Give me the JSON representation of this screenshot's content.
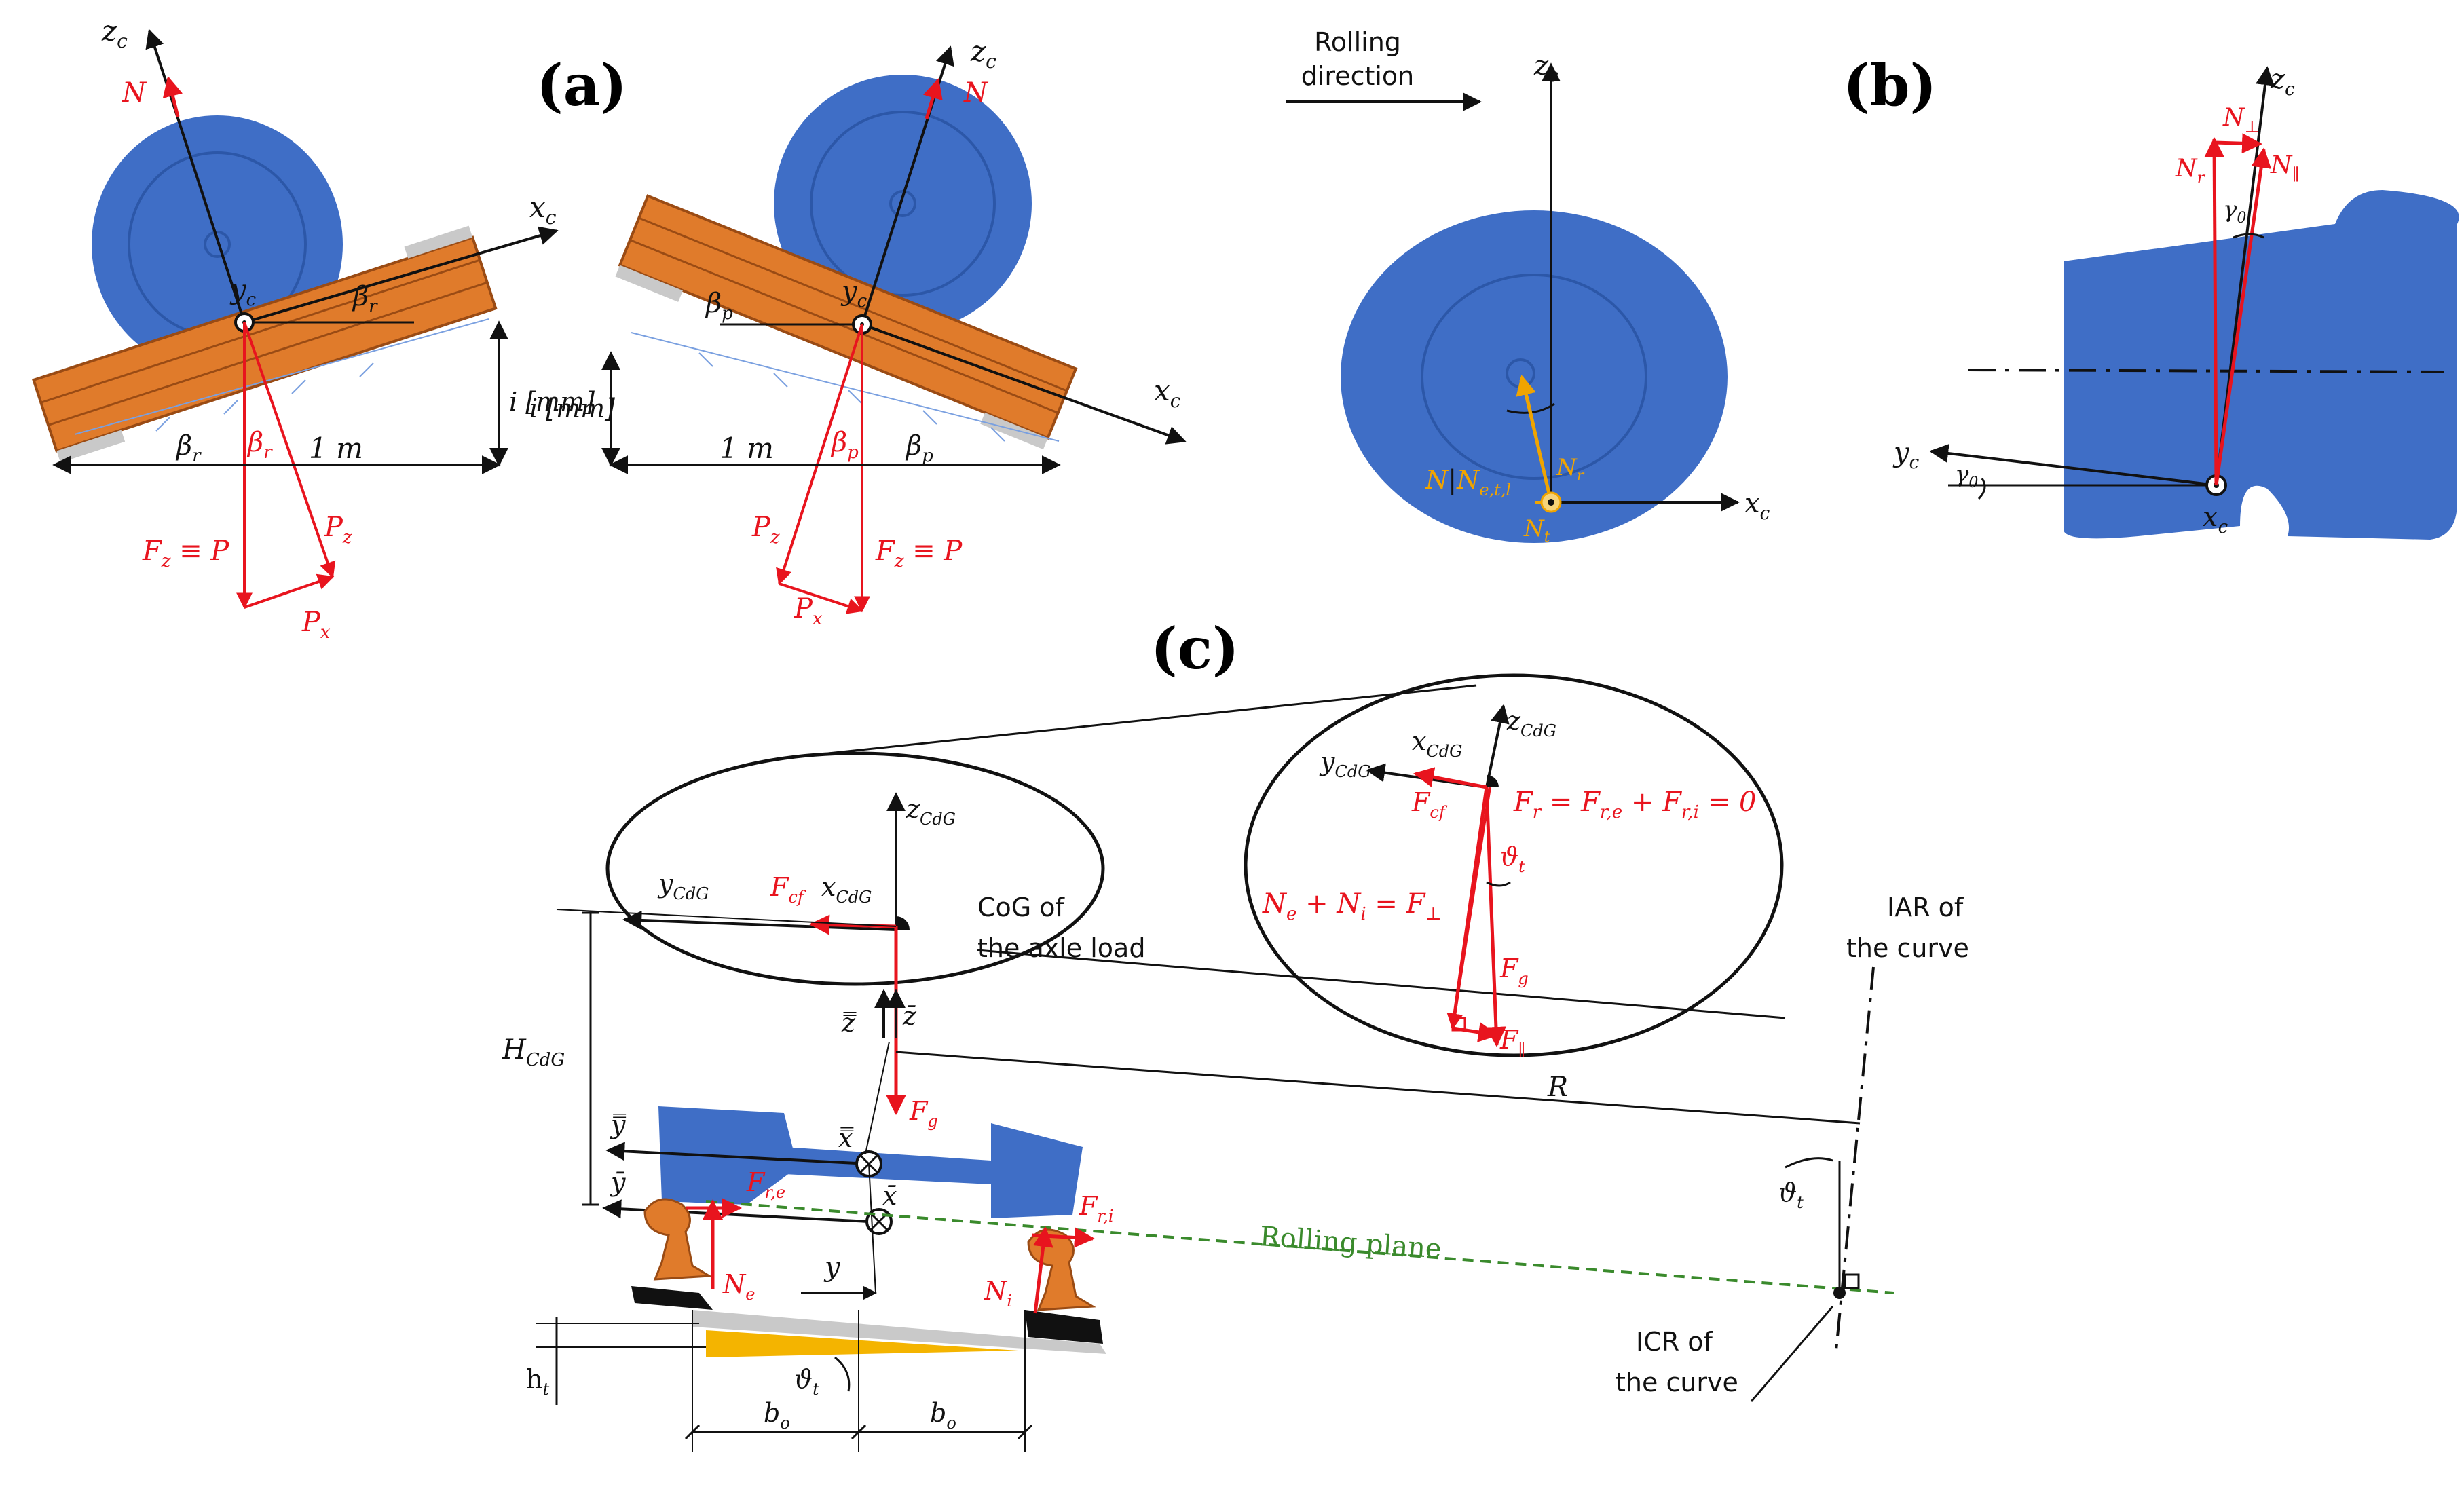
{
  "panels": {
    "a": "(a)",
    "b": "(b)",
    "c": "(c)"
  },
  "colors": {
    "wheel": "#3f6ec6",
    "wheel_line": "#2c57a8",
    "sleeper": "#e07b2b",
    "sleeper_stroke": "#9a4b14",
    "force": "#e8141e",
    "normal_decomp": "#f0a400",
    "rolling_plane": "#3a8a2c",
    "superelevation": "#f4b400"
  },
  "a_left": {
    "N": "N",
    "z": "z",
    "z_sub": "c",
    "x": "x",
    "x_sub": "c",
    "y": "y",
    "y_sub": "c",
    "beta_r_top": "β",
    "beta_r_sub": "r",
    "beta_r_low": "β",
    "beta_r_mid": "β",
    "length": "1 m",
    "rise": "i [mm]",
    "Fz": "F",
    "Fz_sub": "z",
    "Fz_eq": " ≡ P",
    "Pz": "P",
    "Pz_sub": "z",
    "Px": "P",
    "Px_sub": "x"
  },
  "a_right": {
    "N": "N",
    "z": "z",
    "z_sub": "c",
    "x": "x",
    "x_sub": "c",
    "y": "y",
    "y_sub": "c",
    "beta_p_top": "β",
    "beta_p_sub": "p",
    "beta_p_mid": "β",
    "beta_p_low": "β",
    "length": "1 m",
    "rise": "i [mm]",
    "Fz": "F",
    "Fz_sub": "z",
    "Fz_eq": " ≡ P",
    "Pz": "P",
    "Pz_sub": "z",
    "Px": "P",
    "Px_sub": "x"
  },
  "rolling_direction": {
    "line1": "Rolling",
    "line2": "direction"
  },
  "wheel_side": {
    "z": "z",
    "z_sub": "c",
    "x": "x",
    "x_sub": "c",
    "N": "N",
    "N_sep": "|",
    "N_sum": "N",
    "N_sum_sub": "e,t,l",
    "Nr": "N",
    "Nr_sub": "r",
    "Nt": "N",
    "Nt_sub": "t"
  },
  "b": {
    "z": "z",
    "z_sub": "c",
    "y": "y",
    "y_sub": "c",
    "x": "x",
    "x_sub": "c",
    "N_perp": "N",
    "N_perp_sub": "⊥",
    "N_r": "N",
    "N_r_sub": "r",
    "N_par": "N",
    "N_par_sub": "∥",
    "gamma": "γ",
    "gamma_sub": "0"
  },
  "c": {
    "z_cdg": "z",
    "z_cdg_sub": "CdG",
    "y_cdg": "y",
    "y_cdg_sub": "CdG",
    "x_cdg": "x",
    "x_cdg_sub": "CdG",
    "F_cf": "F",
    "F_cf_sub": "cf",
    "cog_line1": "CoG of",
    "cog_line2": "the axle load",
    "iar_line1": "IAR of",
    "iar_line2": "the curve",
    "H": "H",
    "H_sub": "CdG",
    "R": "R",
    "theta": "ϑ",
    "theta_sub": "t",
    "F_g": "F",
    "F_g_sub": "g",
    "F_re": "F",
    "F_re_sub": "r,e",
    "F_ri": "F",
    "F_ri_sub": "r,i",
    "N_e": "N",
    "N_e_sub": "e",
    "N_i": "N",
    "N_i_sub": "i",
    "rolling_plane": "Rolling plane",
    "icr_line1": "ICR of",
    "icr_line2": "the curve",
    "h_t": "h",
    "h_t_sub": "t",
    "b_o": "b",
    "b_o_sub": "o",
    "y_disp": "y",
    "zbar": "z̄",
    "ybar": "ȳ",
    "xbar": "x̄",
    "zbarbar": "z̿",
    "ybarbar": "y̿",
    "xbarbar": "x̿"
  },
  "c_zoom": {
    "x_cdg": "x",
    "x_cdg_sub": "CdG",
    "z_cdg": "z",
    "z_cdg_sub": "CdG",
    "y_cdg": "y",
    "y_cdg_sub": "CdG",
    "F_cf": "F",
    "F_cf_sub": "cf",
    "Fr_eq": "F",
    "Fr_eq_sub": "r",
    "Fr_eq_rest": " = F",
    "Fr_eq_e": "r,e",
    "Fr_eq_plus": " + F",
    "Fr_eq_i": "r,i",
    "Fr_eq_zero": " = 0",
    "theta": "ϑ",
    "theta_sub": "t",
    "Ne_eq": "N",
    "Ne_eq_e": "e",
    "Ne_eq_plus": " + N",
    "Ne_eq_i": "i",
    "Ne_eq_rest": " = F",
    "Ne_eq_perp": "⊥",
    "F_g": "F",
    "F_g_sub": "g",
    "F_par": "F",
    "F_par_sub": "∥"
  }
}
